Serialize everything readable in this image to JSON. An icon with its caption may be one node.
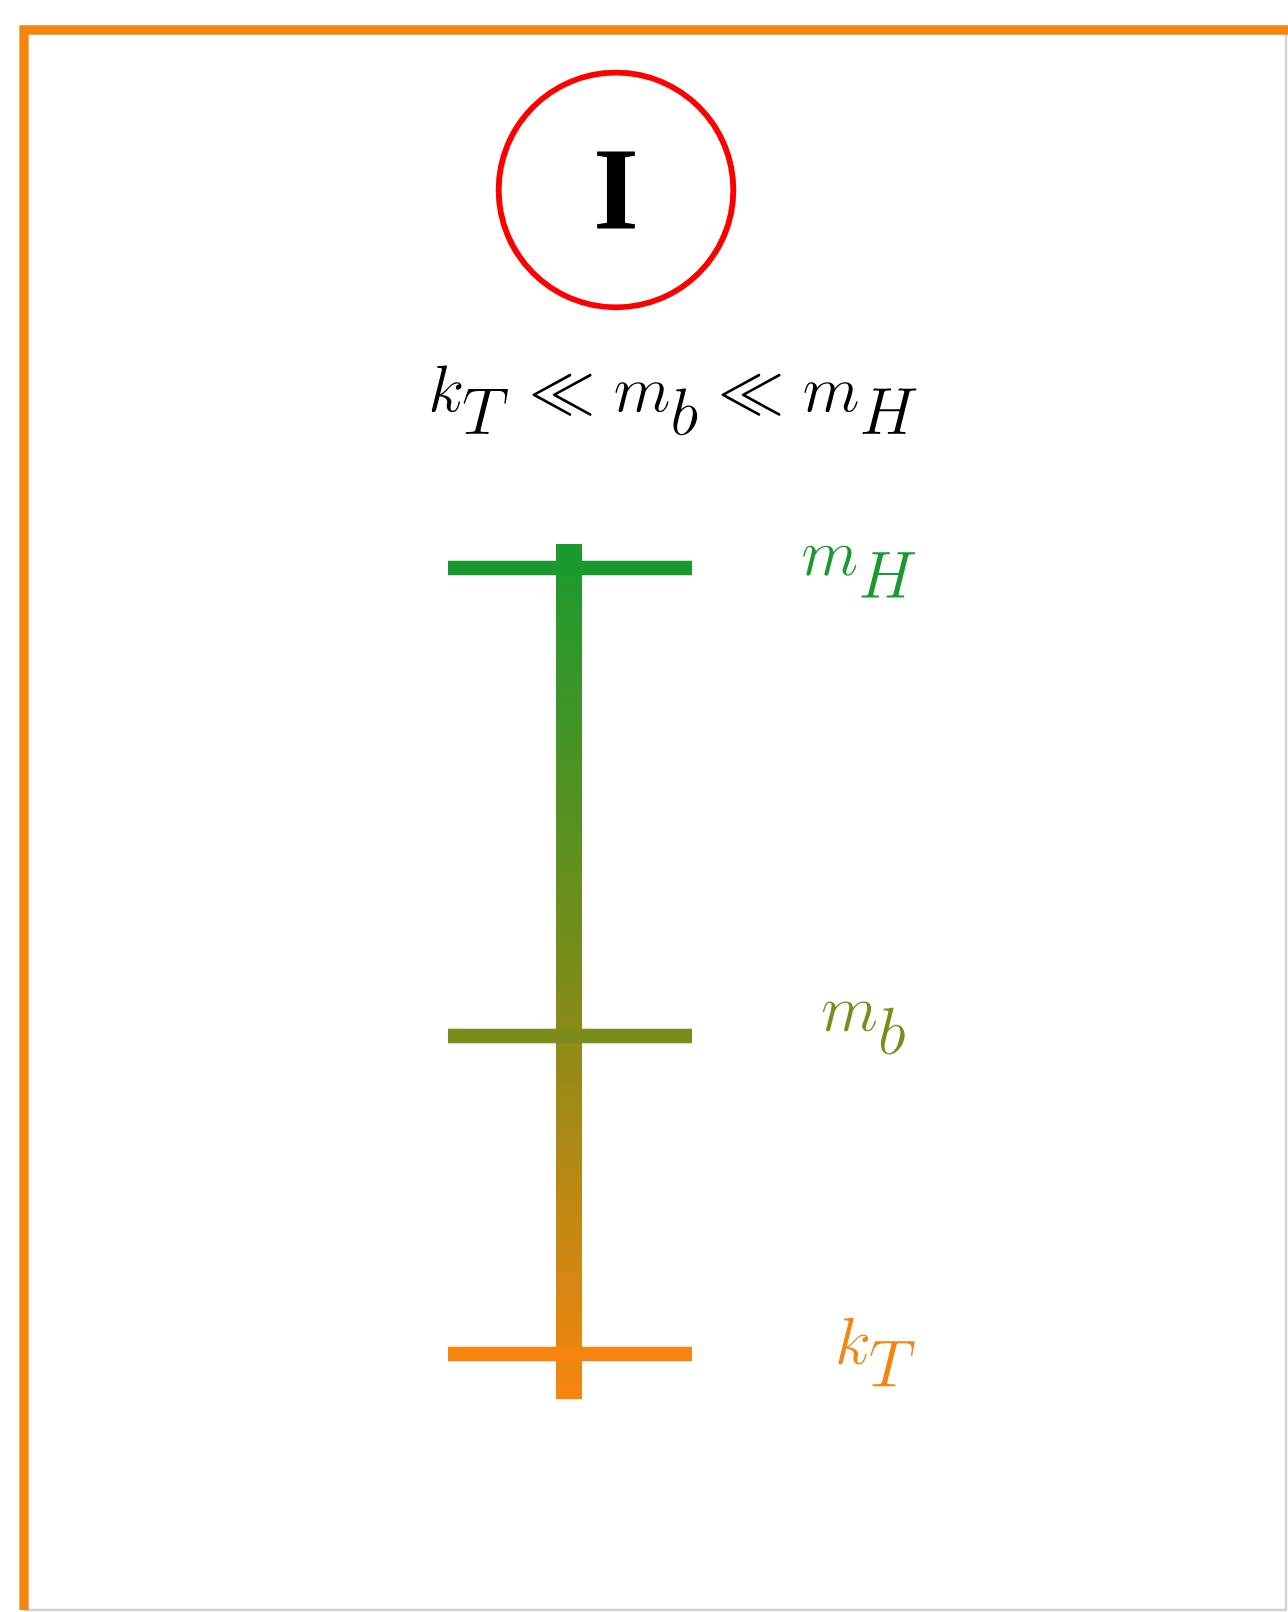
{
  "diagram": {
    "nodes": [
      {
        "text": [
          "I"
        ]
      }
    ],
    "labels": [
      "k_T \\ll m_b \\ll m_H",
      "m_H",
      "m_b",
      "k_T"
    ]
  }
}
